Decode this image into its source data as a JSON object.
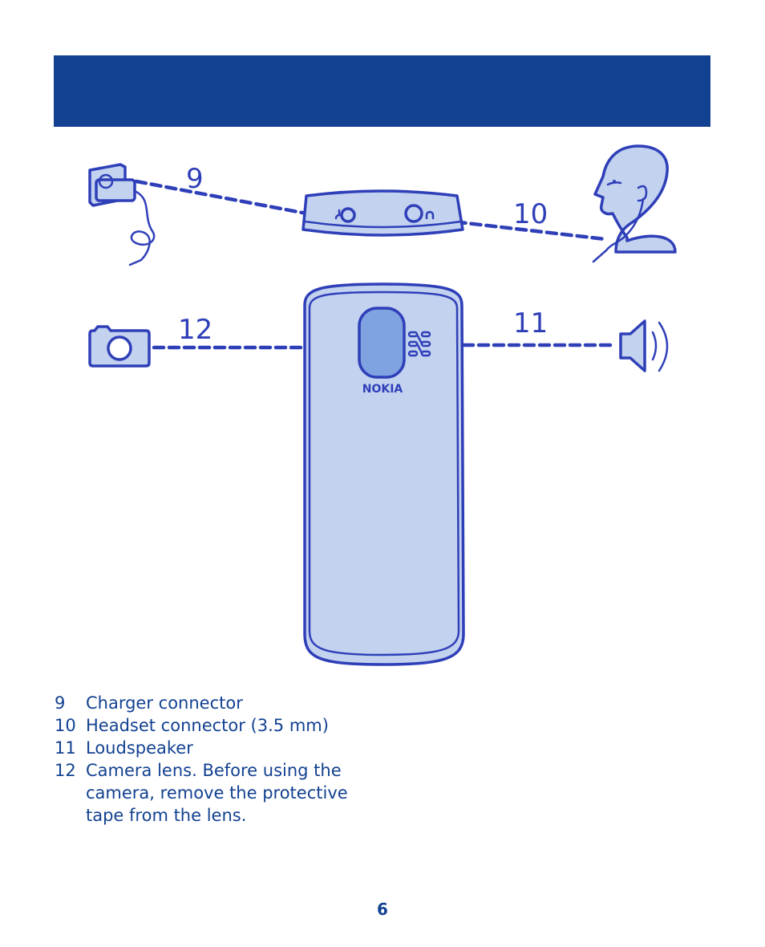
{
  "callouts": {
    "charger": "9",
    "headset": "10",
    "loudspeaker": "11",
    "camera": "12"
  },
  "brand_label": "NOKIA",
  "legend": [
    {
      "number": "9",
      "text": "Charger connector"
    },
    {
      "number": "10",
      "text": "Headset connector (3.5 mm)"
    },
    {
      "number": "11",
      "text": "Loudspeaker"
    },
    {
      "number": "12",
      "text": "Camera lens. Before using the camera, remove the protective tape from the lens."
    }
  ],
  "page_number": "6",
  "colors": {
    "header": "#124191",
    "drawing": "#2f3fb8",
    "fill": "#c2d2ef",
    "text": "#124191"
  }
}
